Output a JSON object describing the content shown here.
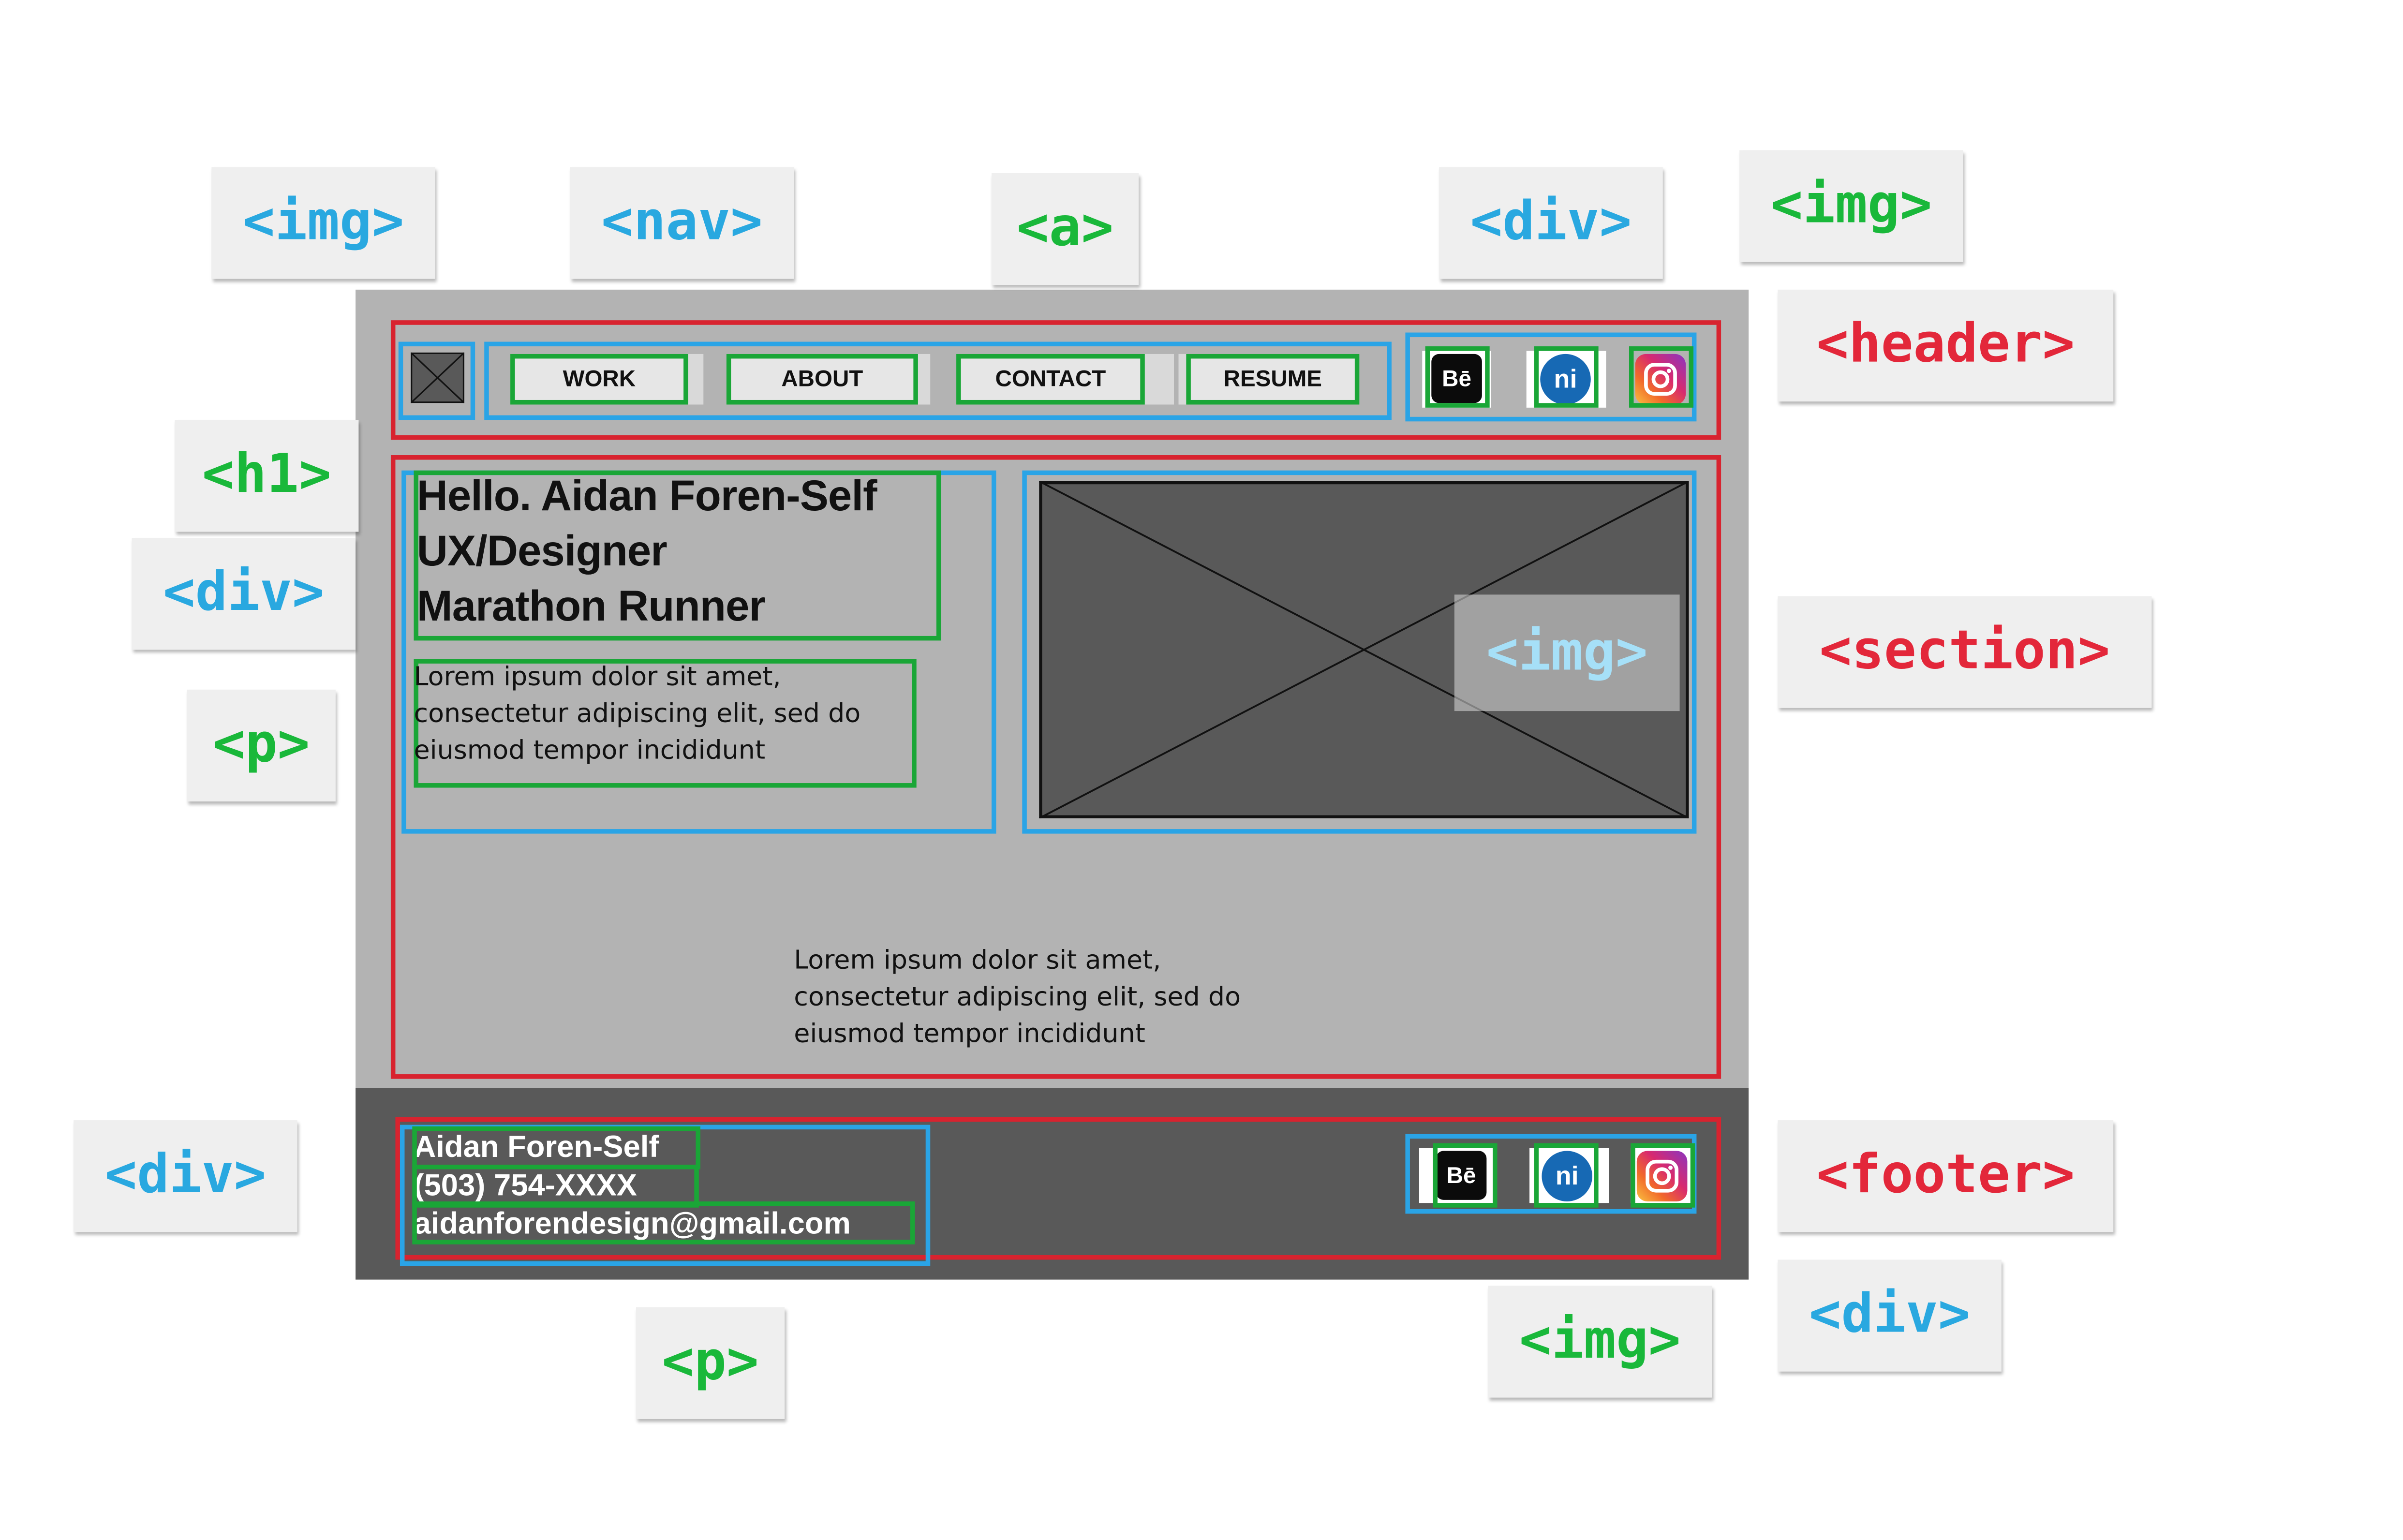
{
  "tags": {
    "img_logo": "<img>",
    "nav": "<nav>",
    "a": "<a>",
    "div_social": "<div>",
    "img_social": "<img>",
    "header": "<header>",
    "h1": "<h1>",
    "div_hero": "<div>",
    "p_hero": "<p>",
    "img_hero": "<img>",
    "section": "<section>",
    "div_footer": "<div>",
    "footer": "<footer>",
    "div_footer_social": "<div>",
    "p_footer": "<p>",
    "img_footer": "<img>"
  },
  "nav": {
    "items": [
      {
        "label": "WORK"
      },
      {
        "label": "ABOUT"
      },
      {
        "label": "CONTACT"
      },
      {
        "label": "RESUME"
      }
    ]
  },
  "social": {
    "behance": {
      "label": "Bē",
      "icon": "behance-icon"
    },
    "ni": {
      "label": "ni",
      "icon": "ni-icon"
    },
    "instagram": {
      "icon": "instagram-icon"
    }
  },
  "hero": {
    "heading_lines": [
      "Hello. Aidan Foren-Self",
      "UX/Designer",
      "Marathon Runner"
    ],
    "intro_lines": [
      "Lorem ipsum dolor sit amet,",
      "consectetur adipiscing elit, sed do",
      "eiusmod tempor incididunt"
    ]
  },
  "section": {
    "body_lines": [
      "Lorem ipsum dolor sit amet,",
      "consectetur adipiscing elit, sed do",
      "eiusmod tempor incididunt"
    ]
  },
  "footer": {
    "name": "Aidan Foren-Self",
    "phone": "(503) 754-XXXX",
    "email": "aidanforendesign@gmail.com"
  },
  "colors": {
    "header_tag_red": "#e3273a",
    "container_blue": "#29a8e0",
    "element_green": "#19b83a",
    "page_bg": "#b3b3b3",
    "footer_bg": "#595959",
    "placeholder": "#595959"
  }
}
